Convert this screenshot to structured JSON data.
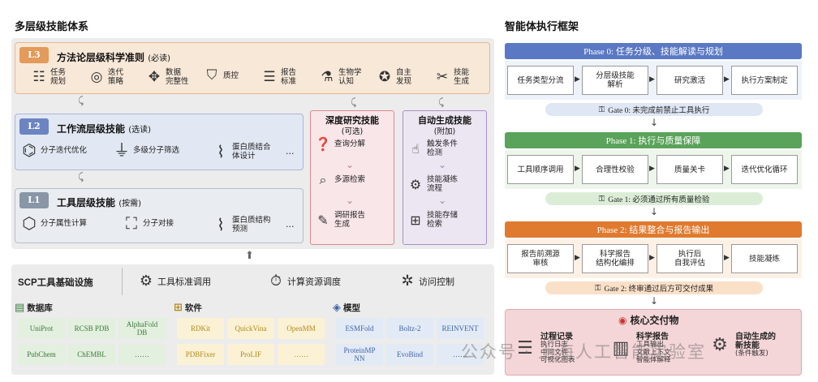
{
  "left_title": "多层级技能体系",
  "right_title": "智能体执行框架",
  "l3": {
    "badge": "L3",
    "title": "方法论层级科学准则",
    "tag": "(必读)",
    "items": [
      {
        "icon": "task-planning-icon",
        "glyph": "☷",
        "label": "任务\n规划"
      },
      {
        "icon": "iteration-strategy-icon",
        "glyph": "◎",
        "label": "迭代\n策略"
      },
      {
        "icon": "data-completeness-icon",
        "glyph": "✥",
        "label": "数据\n完整性"
      },
      {
        "icon": "quality-control-icon",
        "glyph": "⛉",
        "label": "质控"
      },
      {
        "icon": "report-standard-icon",
        "glyph": "☰",
        "label": "报告\n标准"
      },
      {
        "icon": "biology-cognition-icon",
        "glyph": "⚗",
        "label": "生物学\n认知"
      },
      {
        "icon": "autonomous-discovery-icon",
        "glyph": "✪",
        "label": "自主\n发现"
      },
      {
        "icon": "skill-generation-icon",
        "glyph": "✂",
        "label": "技能\n生成"
      }
    ]
  },
  "l2": {
    "badge": "L2",
    "title": "工作流层级技能",
    "tag": "(选读)",
    "items": [
      {
        "icon": "molecule-iteration-icon",
        "glyph": "⌬",
        "label": "分子迭代优化"
      },
      {
        "icon": "molecule-screening-icon",
        "glyph": "⏚",
        "label": "多级分子筛选"
      },
      {
        "icon": "protein-design-icon",
        "glyph": "⌇",
        "label": "蛋白质结合\n体设计"
      }
    ],
    "more": "..."
  },
  "l1": {
    "badge": "L1",
    "title": "工具层级技能",
    "tag": "(按需)",
    "items": [
      {
        "icon": "property-calc-icon",
        "glyph": "⬡",
        "label": "分子属性计算"
      },
      {
        "icon": "docking-icon",
        "glyph": "⛶",
        "label": "分子对接"
      },
      {
        "icon": "structure-prediction-icon",
        "glyph": "⌇",
        "label": "蛋白质结构\n预测"
      }
    ],
    "more": "..."
  },
  "deep_research": {
    "title": "深度研究技能",
    "subtitle": "(可选)",
    "items": [
      {
        "icon": "query-decompose-icon",
        "glyph": "❓",
        "label": "查询分解"
      },
      {
        "icon": "multi-source-icon",
        "glyph": "⌕",
        "label": "多源检索"
      },
      {
        "icon": "report-generate-icon",
        "glyph": "✎",
        "label": "调研报告\n生成"
      }
    ]
  },
  "auto_gen": {
    "title": "自动生成技能",
    "subtitle": "(附加)",
    "items": [
      {
        "icon": "trigger-detect-icon",
        "glyph": "☝",
        "label": "触发条件\n检测"
      },
      {
        "icon": "skill-condense-icon",
        "glyph": "⚙",
        "label": "技能凝练\n流程"
      },
      {
        "icon": "skill-store-icon",
        "glyph": "⊞",
        "label": "技能存储\n检索"
      }
    ]
  },
  "infra": {
    "title": "SCP工具基础设施",
    "features": [
      {
        "icon": "api-icon",
        "glyph": "⚙",
        "label": "工具标准调用"
      },
      {
        "icon": "compute-schedule-icon",
        "glyph": "⏱",
        "label": "计算资源调度"
      },
      {
        "icon": "access-control-icon",
        "glyph": "✲",
        "label": "访问控制"
      }
    ],
    "groups": [
      {
        "title": "数据库",
        "icon": "database-icon",
        "cells": [
          "UniProt",
          "RCSB PDB",
          "AlphaFold\nDB",
          "PubChem",
          "ChEMBL",
          "……"
        ]
      },
      {
        "title": "软件",
        "icon": "software-icon",
        "cells": [
          "RDKit",
          "QuickVina",
          "OpenMM",
          "PDBFixer",
          "ProLIF",
          "……"
        ]
      },
      {
        "title": "模型",
        "icon": "model-icon",
        "cells": [
          "ESMFold",
          "Boltz-2",
          "REINVENT",
          "ProteinMP\nNN",
          "EvoBind",
          "……"
        ]
      }
    ]
  },
  "phases": [
    {
      "title": "Phase 0: 任务分级、技能解读与规划",
      "steps": [
        "任务类型分流",
        "分层级技能\n解析",
        "研究激活",
        "执行方案制定"
      ],
      "gate": "Gate 0: 未完成前禁止工具执行"
    },
    {
      "title": "Phase 1: 执行与质量保障",
      "steps": [
        "工具顺序调用",
        "合理性校验",
        "质量关卡",
        "迭代优化循环"
      ],
      "gate": "Gate 1: 必须通过所有质量检验"
    },
    {
      "title": "Phase 2: 结果整合与报告输出",
      "steps": [
        "报告前溯源\n审核",
        "科学报告\n结构化编排",
        "执行后\n自我评估",
        "技能凝练"
      ],
      "gate": "Gate 2: 终审通过后方可交付成果"
    }
  ],
  "deliverables": {
    "title": "核心交付物",
    "items": [
      {
        "icon": "process-record-icon",
        "title": "过程记录",
        "detail": "执行日志\n中间文件\n可视化图表"
      },
      {
        "icon": "science-report-icon",
        "title": "科学报告",
        "detail": "工具输出\n文献上下文\n智能体解释"
      },
      {
        "icon": "new-skill-icon",
        "title": "自动生成的\n新技能",
        "detail": "(条件触发)"
      }
    ]
  },
  "watermark": "公众号 · 上海人工智能实验室",
  "colors": {
    "l3": "#f8e8d8",
    "l2": "#e2e8f3",
    "l1": "#e9ecf0",
    "deep": "#f9e6e8",
    "auto": "#ece6f2",
    "p0": "#5b78c4",
    "p1": "#5aa35a",
    "p2": "#e07a2e",
    "deliver": "#f5d6d8"
  }
}
